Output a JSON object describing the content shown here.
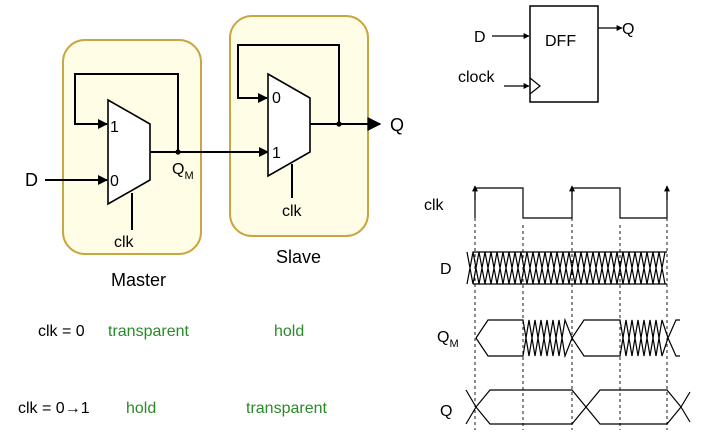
{
  "circuit": {
    "input_d": "D",
    "output_q": "Q",
    "qm_main": "Q",
    "qm_sub": "M",
    "master_mux": {
      "in1": "1",
      "in0": "0",
      "sel": "clk"
    },
    "slave_mux": {
      "in0": "0",
      "in1": "1",
      "sel": "clk"
    },
    "master_label": "Master",
    "slave_label": "Slave"
  },
  "dff_symbol": {
    "label": "DFF",
    "input_d": "D",
    "input_clock": "clock",
    "output_q": "Q"
  },
  "table": {
    "row1": {
      "condition": "clk = 0",
      "master": "transparent",
      "slave": "hold"
    },
    "row2": {
      "condition": "clk = 0→1",
      "master": "hold",
      "slave": "transparent"
    }
  },
  "timing": {
    "signals": [
      {
        "name": "clk",
        "sub": ""
      },
      {
        "name": "D",
        "sub": ""
      },
      {
        "name": "Q",
        "sub": "M"
      },
      {
        "name": "Q",
        "sub": ""
      }
    ]
  },
  "colors": {
    "box_border": "#c8a640",
    "box_fill": "#fffde6",
    "status_text": "#2a8a2a"
  }
}
